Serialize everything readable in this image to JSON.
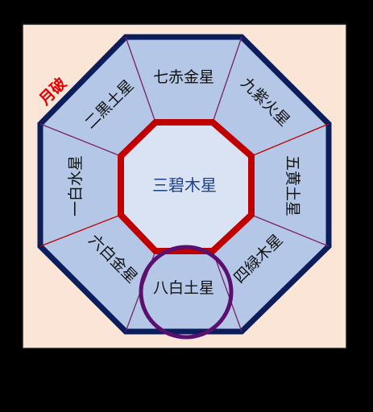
{
  "center_star": "三碧木星",
  "sectors": {
    "top": "七赤金星",
    "top_right": "九紫火星",
    "right": "五黄土星",
    "bottom_right": "四緑木星",
    "bottom": "八白土星",
    "bottom_left": "六白金星",
    "left": "一白水星",
    "top_left": "二黒土星"
  },
  "month_break_label": "月破",
  "colors": {
    "background": "#fbe5d6",
    "sector_fill": "#b4c7e7",
    "center_fill": "#dae3f3",
    "outer_border": "#0b1e5b",
    "inner_border": "#c00000",
    "highlight_circle": "#5b0f6e",
    "month_break_text": "#e60000"
  }
}
